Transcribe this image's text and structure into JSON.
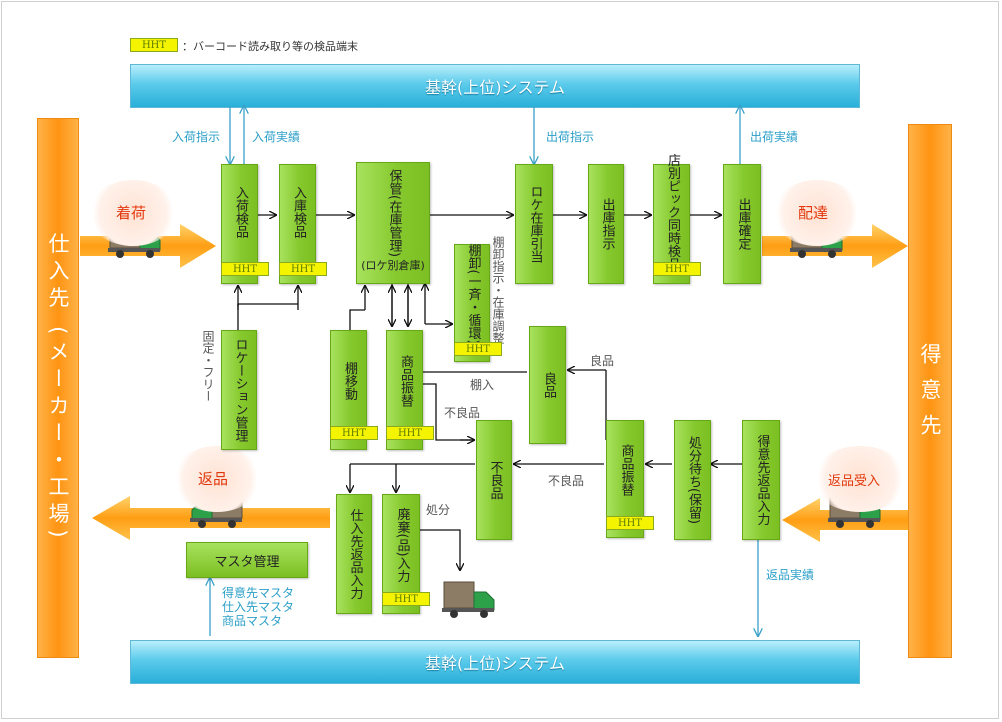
{
  "legend": {
    "badge": "HHT",
    "text": "：バーコード読み取り等の検品端末"
  },
  "system_top": "基幹(上位)システム",
  "system_bottom": "基幹(上位)システム",
  "supplier": "仕入先 (メーカー・工場)",
  "customer": "得 意 先",
  "circles": {
    "arrival": "着荷",
    "delivery": "配達",
    "return": "返品",
    "return_receive": "返品受入"
  },
  "flow_labels": {
    "arrival_instruction": "入荷指示",
    "arrival_result": "入荷実績",
    "shipping_instruction": "出荷指示",
    "shipping_result": "出荷実績",
    "fixed_free": "固定・フリー",
    "inventory_adjust": "棚卸指示・在庫調整",
    "shelve_in": "棚入",
    "good": "良品",
    "defect1": "不良品",
    "defect2": "不良品",
    "disposal": "処分",
    "return_result": "返品実績",
    "masters": [
      "得意先マスタ",
      "仕入先マスタ",
      "商品マスタ"
    ]
  },
  "boxes": {
    "arrival_inspection": "入荷検品",
    "storage_inspection": "入庫検品",
    "storage": "保管(在庫管理)",
    "storage_sub": "(ロケ別倉庫)",
    "loc_pick": "ロケ在庫引当",
    "ship_instruction": "出庫指示",
    "store_pick": "店別ピック同時検品",
    "ship_confirm": "出庫確定",
    "location_mgmt": "ロケーション管理",
    "inventory_count": "棚卸(一斉・循環)",
    "shelf_move": "棚移動",
    "product_transfer1": "商品振替",
    "good_item": "良品",
    "defect_item": "不良品",
    "product_transfer2": "商品振替",
    "disposal_wait": "処分待ち(保留)",
    "customer_return": "得意先返品入力",
    "supplier_return": "仕入先返品入力",
    "disposal_goods": "廃棄(品)入力",
    "master_mgmt": "マスタ管理"
  },
  "hht_badge": "HHT"
}
